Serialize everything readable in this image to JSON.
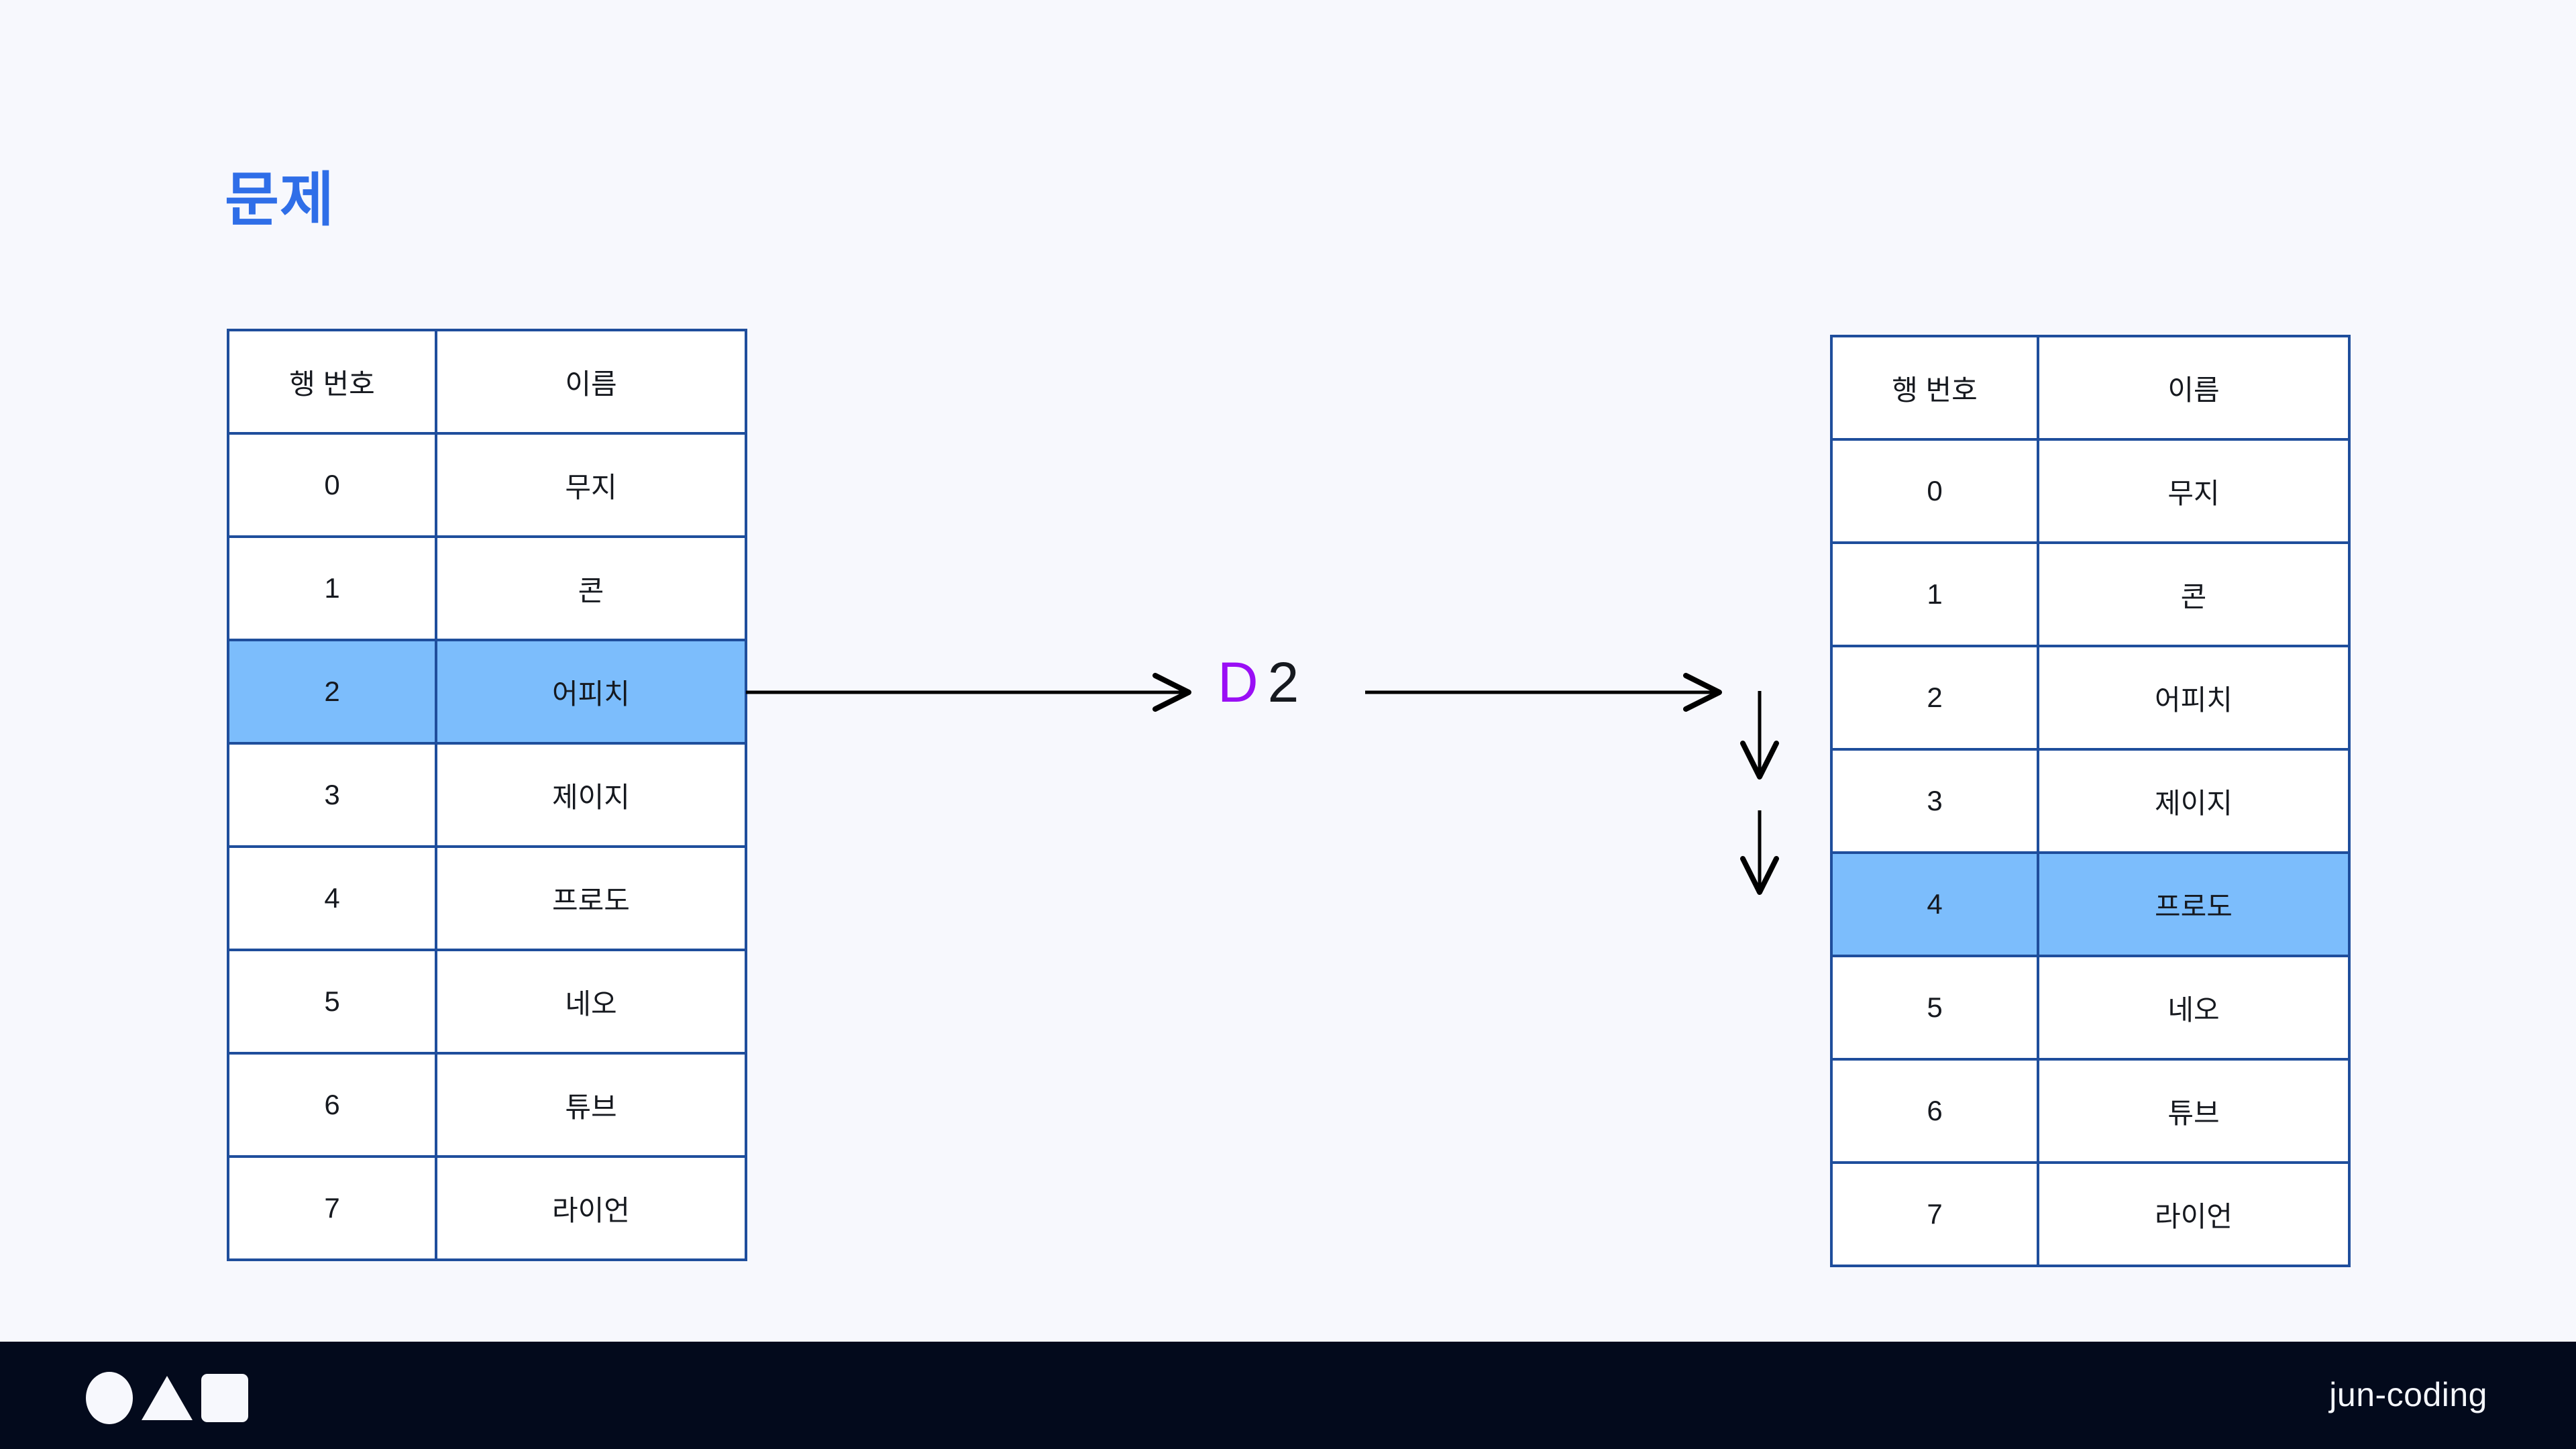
{
  "page": {
    "title": "문제",
    "background_color": "#f7f8fd",
    "accent_color": "#2f6ee8"
  },
  "tables": {
    "columns": [
      "행 번호",
      "이름"
    ],
    "border_color": "#1f4e9c",
    "highlight_color": "#7cbdfc",
    "left": {
      "name": "before-table",
      "highlight_row_index": 2,
      "rows": [
        {
          "index": "0",
          "name": "무지"
        },
        {
          "index": "1",
          "name": "콘"
        },
        {
          "index": "2",
          "name": "어피치"
        },
        {
          "index": "3",
          "name": "제이지"
        },
        {
          "index": "4",
          "name": "프로도"
        },
        {
          "index": "5",
          "name": "네오"
        },
        {
          "index": "6",
          "name": "튜브"
        },
        {
          "index": "7",
          "name": "라이언"
        }
      ]
    },
    "right": {
      "name": "after-table",
      "highlight_row_index": 4,
      "rows": [
        {
          "index": "0",
          "name": "무지"
        },
        {
          "index": "1",
          "name": "콘"
        },
        {
          "index": "2",
          "name": "어피치"
        },
        {
          "index": "3",
          "name": "제이지"
        },
        {
          "index": "4",
          "name": "프로도"
        },
        {
          "index": "5",
          "name": "네오"
        },
        {
          "index": "6",
          "name": "튜브"
        },
        {
          "index": "7",
          "name": "라이언"
        }
      ]
    }
  },
  "flow": {
    "command_letter": "D",
    "command_letter_color": "#9a0ff5",
    "command_count": "2",
    "command_count_color": "#16191f",
    "arrow_color": "#000000",
    "down_arrow_count": 2
  },
  "footer": {
    "background_color": "#030a1c",
    "brand": "jun-coding",
    "logo_shapes": [
      "circle",
      "triangle",
      "square"
    ]
  }
}
